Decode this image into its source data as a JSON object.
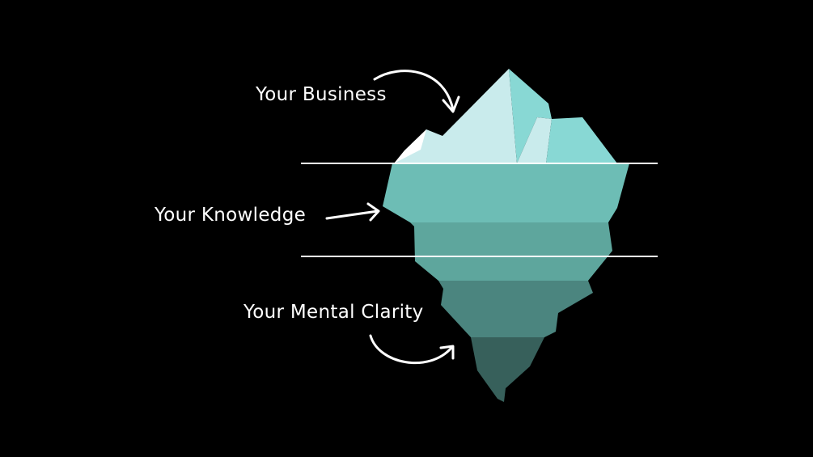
{
  "labels": {
    "business": "Your Business",
    "knowledge": "Your Knowledge",
    "clarity": "Your Mental Clarity"
  },
  "colors": {
    "background": "#000000",
    "tip_light": "#c9ebec",
    "tip_teal": "#88d8d4",
    "band1": "#6dbdb5",
    "band2": "#5ea69d",
    "band3": "#4b857f",
    "band4": "#37605b",
    "line": "#ffffff"
  }
}
